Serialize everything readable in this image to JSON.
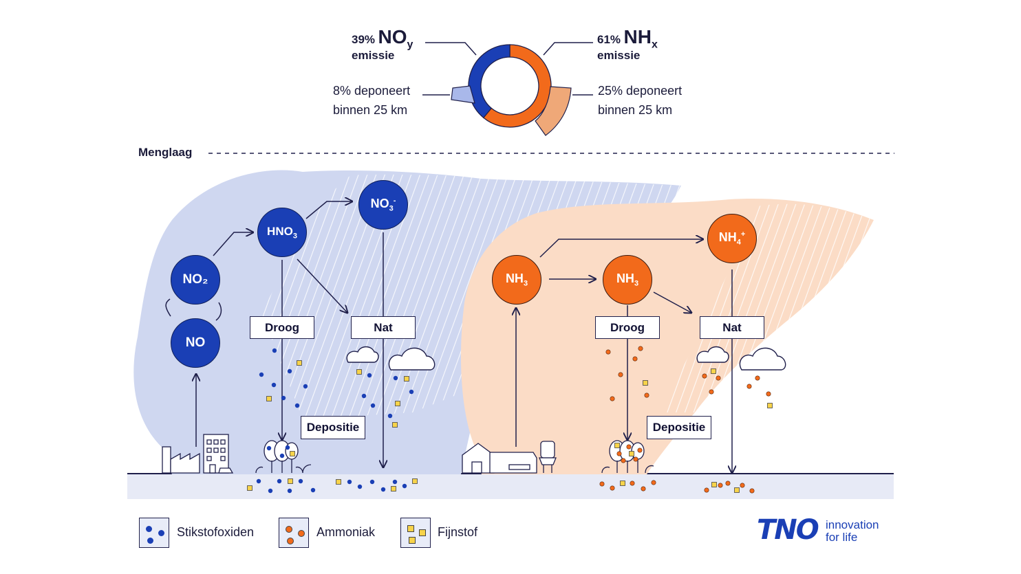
{
  "donut": {
    "noy_pct": "39%",
    "noy_main": "NO",
    "noy_sub": "y",
    "noy_word": "emissie",
    "nhx_pct": "61%",
    "nhx_main": "NH",
    "nhx_sub": "x",
    "nhx_word": "emissie",
    "noy_fraction": 0.39,
    "nhx_fraction": 0.61,
    "left_note_1": "8% deponeert",
    "left_note_2": "binnen 25 km",
    "right_note_1": "25% deponeert",
    "right_note_2": "binnen 25 km"
  },
  "menglaag": "Menglaag",
  "nitrogen_side": {
    "no": "NO",
    "no2": "NO₂",
    "hno3_main": "HNO",
    "hno3_sub": "3",
    "no3_main": "NO",
    "no3_sub": "3",
    "no3_sup": "-",
    "droog": "Droog",
    "nat": "Nat",
    "depositie": "Depositie"
  },
  "ammonia_side": {
    "nh3a_main": "NH",
    "nh3a_sub": "3",
    "nh3b_main": "NH",
    "nh3b_sub": "3",
    "nh4_main": "NH",
    "nh4_sub": "4",
    "nh4_sup": "+",
    "droog": "Droog",
    "nat": "Nat",
    "depositie": "Depositie"
  },
  "legend": {
    "stikstofoxiden": "Stikstofoxiden",
    "ammoniak": "Ammoniak",
    "fijnstof": "Fijnstof"
  },
  "logo": {
    "brand": "TNO",
    "tagline_1": "innovation",
    "tagline_2": "for life"
  },
  "colors": {
    "blue": "#1a3fb5",
    "orange": "#f26a1b",
    "blue_cloud": "#cfd7f0",
    "orange_cloud": "#fbdcc6",
    "fine_dust": "#f7d34a",
    "ground": "#e7eaf6"
  }
}
